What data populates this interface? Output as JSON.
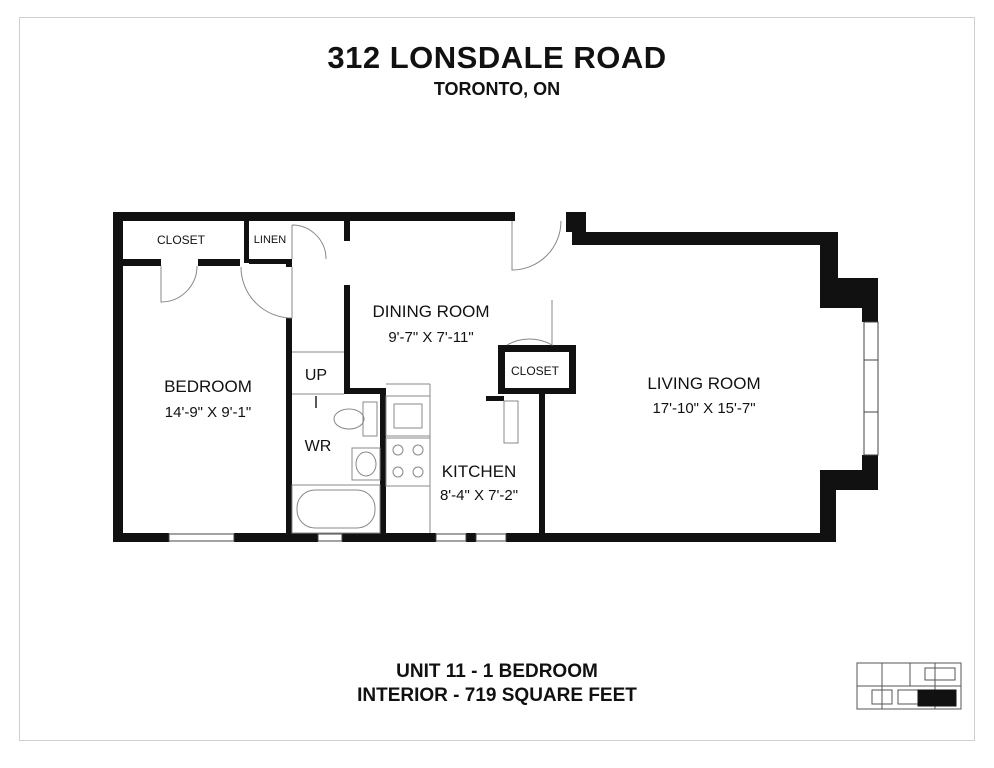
{
  "header": {
    "title": "312 LONSDALE ROAD",
    "subtitle": "TORONTO, ON"
  },
  "rooms": {
    "closet_top": "CLOSET",
    "linen": "LINEN",
    "dining_name": "DINING ROOM",
    "dining_dim": "9'-7\" X 7'-11\"",
    "bedroom_name": "BEDROOM",
    "bedroom_dim": "14'-9\" X 9'-1\"",
    "up": "UP",
    "wr": "WR",
    "closet_mid": "CLOSET",
    "kitchen_name": "KITCHEN",
    "kitchen_dim": "8'-4\" X 7'-2\"",
    "living_name": "LIVING ROOM",
    "living_dim": "17'-10\" X 15'-7\""
  },
  "footer": {
    "unit": "UNIT 11 - 1 BEDROOM",
    "area": "INTERIOR - 719 SQUARE FEET"
  },
  "icons": {
    "key_plan": "key-plan-icon"
  }
}
